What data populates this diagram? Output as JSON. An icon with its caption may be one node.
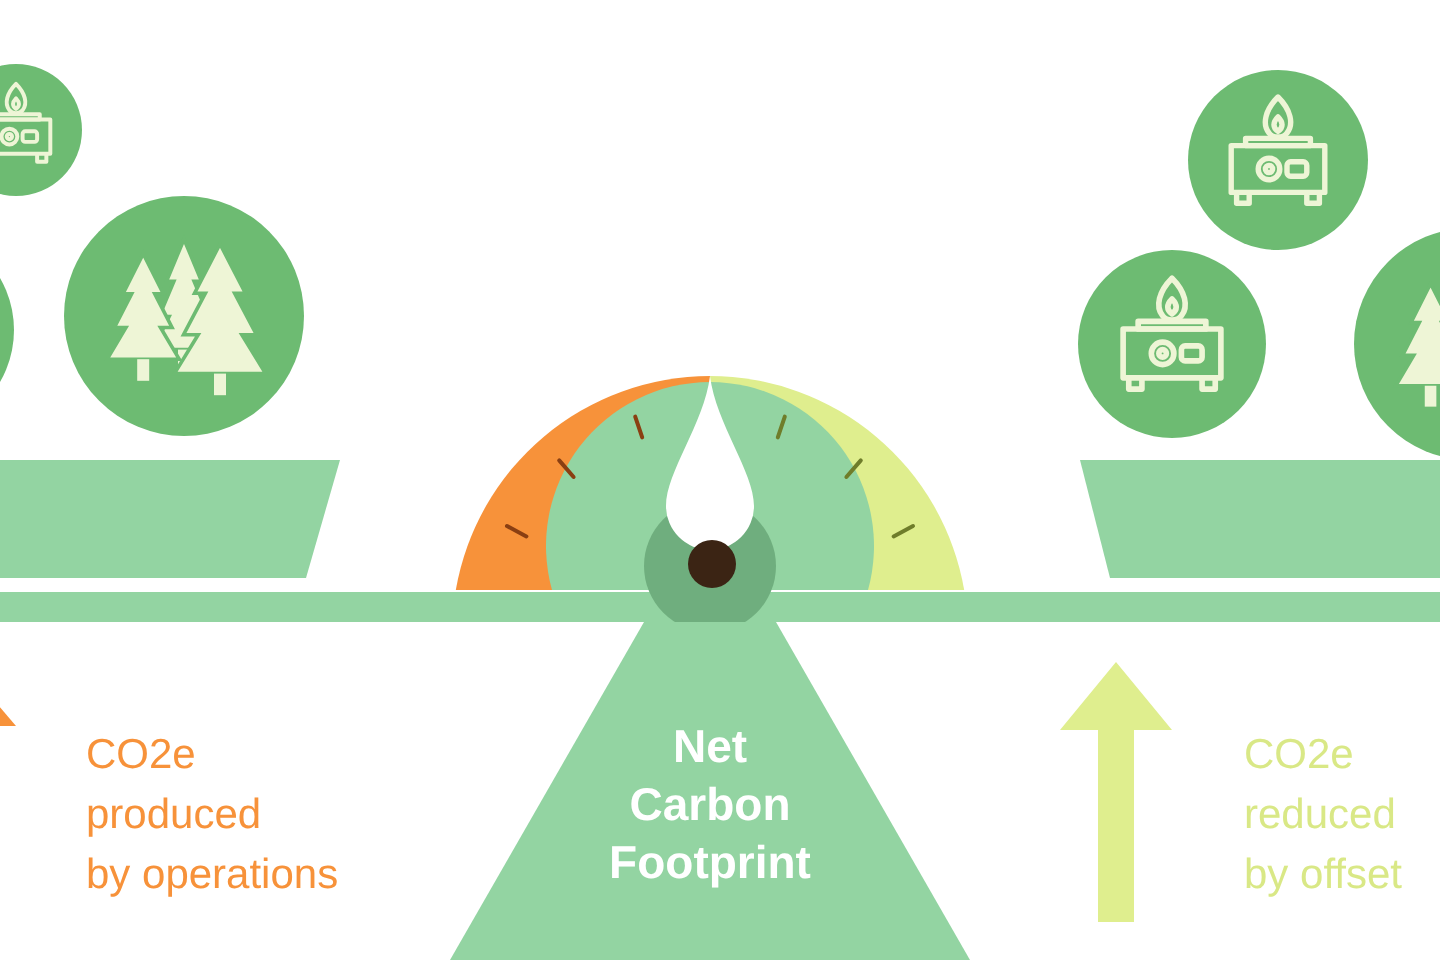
{
  "diagram": {
    "nodes": [
      {
        "text": [
          "Net Carbon Footprint"
        ]
      }
    ],
    "labels": [
      "CO2e produced by operations",
      "CO2e reduced by offset"
    ]
  }
}
